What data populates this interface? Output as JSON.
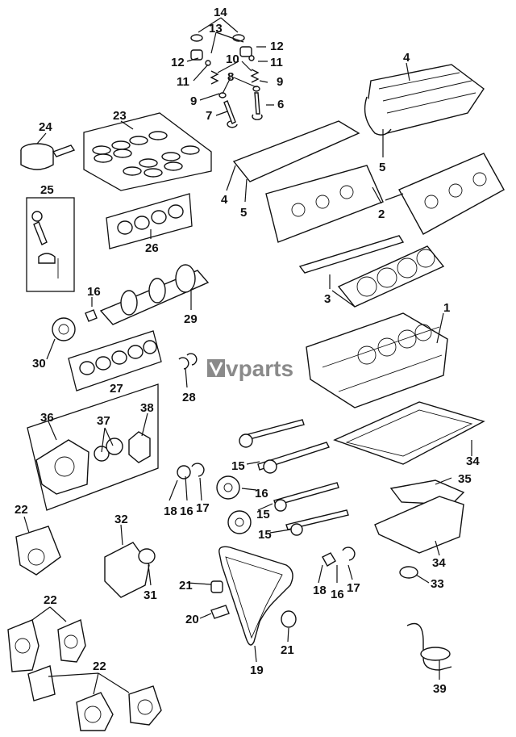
{
  "watermark": {
    "text": "vparts",
    "logo_color": "#777777"
  },
  "callouts": {
    "c1": "1",
    "c2": "2",
    "c3": "3",
    "c4a": "4",
    "c4b": "4",
    "c5a": "5",
    "c5b": "5",
    "c6": "6",
    "c7": "7",
    "c8": "8",
    "c9a": "9",
    "c9b": "9",
    "c10": "10",
    "c11a": "11",
    "c11b": "11",
    "c12a": "12",
    "c12b": "12",
    "c13": "13",
    "c14": "14",
    "c15a": "15",
    "c15b": "15",
    "c15c": "15",
    "c16a": "16",
    "c16b": "16",
    "c16c": "16",
    "c16d": "16",
    "c17a": "17",
    "c17b": "17",
    "c18a": "18",
    "c18b": "18",
    "c19": "19",
    "c20": "20",
    "c21a": "21",
    "c21b": "21",
    "c22a": "22",
    "c22b": "22",
    "c22c": "22",
    "c23": "23",
    "c24": "24",
    "c25": "25",
    "c26": "26",
    "c27": "27",
    "c28": "28",
    "c29": "29",
    "c30": "30",
    "c31": "31",
    "c32": "32",
    "c33": "33",
    "c34a": "34",
    "c34b": "34",
    "c35": "35",
    "c36": "36",
    "c37": "37",
    "c38": "38",
    "c39": "39"
  }
}
